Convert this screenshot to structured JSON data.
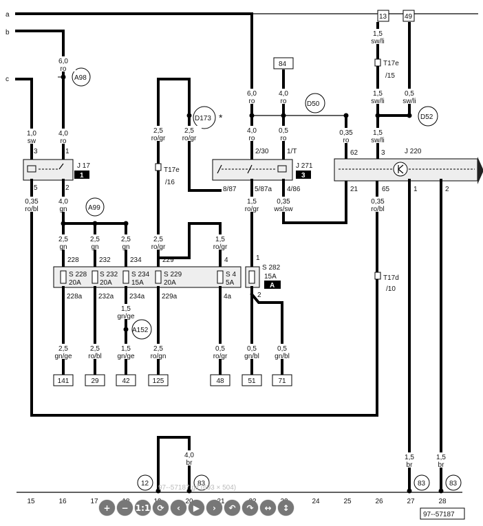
{
  "diagram_id": "97--57187",
  "image_info": "97--57187.gif (693 × 504)",
  "left_bus_labels": [
    "a",
    "b",
    "c"
  ],
  "top_terminals": {
    "t13": "13",
    "t49": "49",
    "t84": "84"
  },
  "components": {
    "j17": {
      "name": "J 17",
      "badge": "1",
      "pins": {
        "p3": "3",
        "p1": "1",
        "p5": "5",
        "p2": "2"
      }
    },
    "j271": {
      "name": "J 271",
      "badge": "3",
      "pins": {
        "p230": "2/30",
        "p1t": "1/T",
        "p887": "8/87",
        "p587a": "5/87a",
        "p486": "4/86"
      }
    },
    "j220": {
      "name": "J 220",
      "pins": {
        "p62": "62",
        "p3": "3",
        "p21": "21",
        "p65": "65",
        "p1": "1",
        "p2": "2"
      }
    },
    "fuse_block": {
      "fuses": [
        {
          "name": "S 228",
          "rating": "20A",
          "in": "228",
          "out": "228a"
        },
        {
          "name": "S 232",
          "rating": "20A",
          "in": "232",
          "out": "232a"
        },
        {
          "name": "S 234",
          "rating": "15A",
          "in": "234",
          "out": "234a"
        },
        {
          "name": "S 229",
          "rating": "20A",
          "in": "229",
          "out": "229a"
        },
        {
          "name": "S 4",
          "rating": "5A",
          "in": "4",
          "out": "4a"
        }
      ]
    },
    "s282": {
      "name": "S 282",
      "rating": "15A",
      "badge": "A",
      "pin_in": "1",
      "pin_out": "2"
    }
  },
  "connectors": {
    "t17e_16": {
      "name": "T17e",
      "pin": "/16"
    },
    "t17e_15": {
      "name": "T17e",
      "pin": "/15"
    },
    "t17d_10": {
      "name": "T17d",
      "pin": "/10"
    }
  },
  "junctions": {
    "a98": "A98",
    "a99": "A99",
    "a152": "A152",
    "d173": "D173",
    "d173_mark": "*",
    "d50": "D50",
    "d52": "D52"
  },
  "wire_labels": {
    "w_b_top": [
      "6,0",
      "ro"
    ],
    "w_c": [
      "1,0",
      "sw"
    ],
    "w_b_j17": [
      "4,0",
      "ro"
    ],
    "w_j17_out_left": [
      "0,35",
      "ro/bl"
    ],
    "w_j17_out_right": [
      "4,0",
      "gn"
    ],
    "w_228": [
      "2,5",
      "gn"
    ],
    "w_232": [
      "2,5",
      "gn"
    ],
    "w_234": [
      "2,5",
      "gn"
    ],
    "w_229_top": [
      "2,5",
      "ro/gr"
    ],
    "w_d173_left": [
      "2,5",
      "ro/gr"
    ],
    "w_d173_right": [
      "2,5",
      "ro/gr"
    ],
    "w_s4_top": [
      "1,5",
      "ro/gr"
    ],
    "w_a_top": [
      "6,0",
      "ro"
    ],
    "w_84": [
      "4,0",
      "ro"
    ],
    "w_a_j271": [
      "4,0",
      "ro"
    ],
    "w_84_j271": [
      "0,5",
      "ro"
    ],
    "w_d50_j220": [
      "0,35",
      "ro"
    ],
    "w_j271_out_mid": [
      "1,5",
      "ro/gr"
    ],
    "w_j271_out_right": [
      "0,35",
      "ws/sw"
    ],
    "w_13": [
      "1,5",
      "sw/li"
    ],
    "w_13_b": [
      "1,5",
      "sw/li"
    ],
    "w_49": [
      "0,5",
      "sw/li"
    ],
    "w_j220_in": [
      "1,5",
      "sw/li"
    ],
    "w_j220_65": [
      "0,35",
      "ro/bl"
    ],
    "w_228a": [
      "2,5",
      "gn/ge"
    ],
    "w_232a": [
      "2,5",
      "ro/bl"
    ],
    "w_234a_top": [
      "1,5",
      "gn/ge"
    ],
    "w_234a_bot": [
      "1,5",
      "gn/ge"
    ],
    "w_229a": [
      "2,5",
      "ro/gn"
    ],
    "w_4a": [
      "0,5",
      "ro/gr"
    ],
    "w_s282_a": [
      "0,5",
      "gn/bl"
    ],
    "w_s282_b": [
      "0,5",
      "gn/bl"
    ],
    "w_20": [
      "4,0",
      "br"
    ],
    "w_27": [
      "1,5",
      "br"
    ],
    "w_28": [
      "1,5",
      "br"
    ]
  },
  "bottom_terminals": [
    "141",
    "29",
    "42",
    "125",
    "48",
    "51",
    "71"
  ],
  "ground_points": {
    "g12": "12",
    "g83a": "83",
    "g83b": "83",
    "g83c": "83"
  },
  "column_numbers": [
    "15",
    "16",
    "17",
    "18",
    "19",
    "20",
    "21",
    "22",
    "23",
    "24",
    "25",
    "26",
    "27",
    "28"
  ],
  "toolbar": [
    {
      "id": "zoom-in",
      "glyph": "+"
    },
    {
      "id": "zoom-out",
      "glyph": "−"
    },
    {
      "id": "actual-size",
      "glyph": "1:1"
    },
    {
      "id": "fit",
      "glyph": "⟳"
    },
    {
      "id": "prev",
      "glyph": "‹"
    },
    {
      "id": "play",
      "glyph": "▶"
    },
    {
      "id": "next",
      "glyph": "›"
    },
    {
      "id": "rotate-left",
      "glyph": "↶"
    },
    {
      "id": "rotate-right",
      "glyph": "↷"
    },
    {
      "id": "flip-h",
      "glyph": "↔"
    },
    {
      "id": "flip-v",
      "glyph": "↕"
    }
  ]
}
